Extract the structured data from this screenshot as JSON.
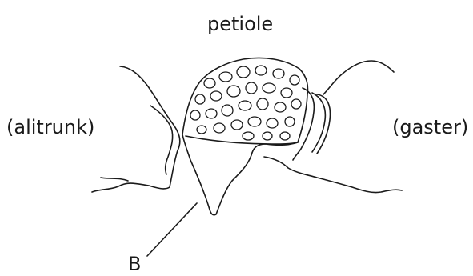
{
  "labels": {
    "petiole": "petiole",
    "alitrunk": "(alitrunk)",
    "gaster": "(gaster)",
    "pointer": "B"
  }
}
